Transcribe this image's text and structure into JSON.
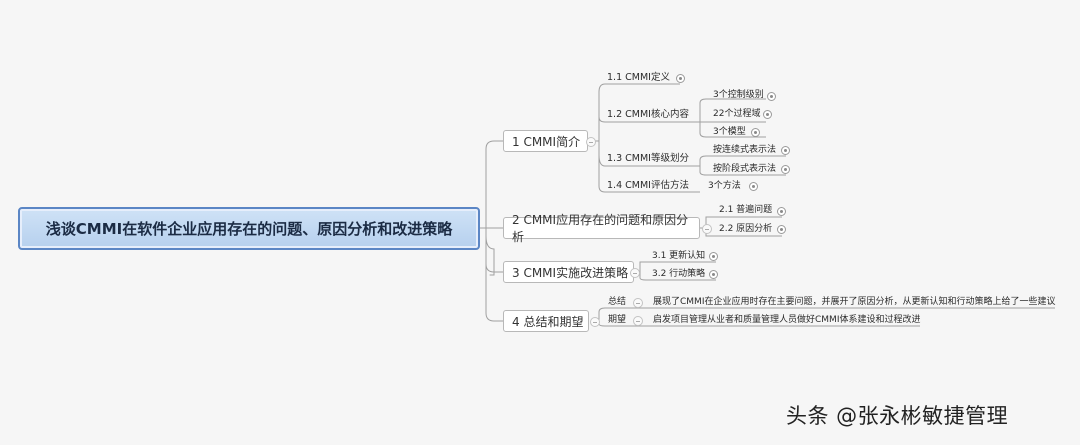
{
  "root": {
    "title": "浅谈CMMI在软件企业应用存在的问题、原因分析和改进策略"
  },
  "branches": [
    {
      "label": "1 CMMI简介",
      "children": [
        {
          "label": "1.1  CMMI定义"
        },
        {
          "label": "1.2  CMMI核心内容",
          "children": [
            "3个控制级别",
            "22个过程域",
            "3个模型"
          ]
        },
        {
          "label": "1.3  CMMI等级划分",
          "children": [
            "按连续式表示法",
            "按阶段式表示法"
          ]
        },
        {
          "label": "1.4 CMMI评估方法",
          "children": [
            "3个方法"
          ]
        }
      ]
    },
    {
      "label": "2 CMMI应用存在的问题和原因分析",
      "children": [
        {
          "label": "2.1 普遍问题"
        },
        {
          "label": "2.2 原因分析"
        }
      ]
    },
    {
      "label": "3 CMMI实施改进策略",
      "children": [
        {
          "label": "3.1 更新认知"
        },
        {
          "label": "3.2 行动策略"
        }
      ]
    },
    {
      "label": "4 总结和期望",
      "children": [
        {
          "label": "总结",
          "children": [
            "展现了CMMI在企业应用时存在主要问题，并展开了原因分析，从更新认知和行动策略上给了一些建议"
          ]
        },
        {
          "label": "期望",
          "children": [
            "启发项目管理从业者和质量管理人员做好CMMI体系建设和过程改进"
          ]
        }
      ]
    }
  ],
  "watermark": "头条 @张永彬敏捷管理",
  "colors": {
    "root_fill": "#c3d9f2",
    "root_border": "#5b86c5",
    "line": "#9d9d9d",
    "background": "#f6f6f6"
  }
}
